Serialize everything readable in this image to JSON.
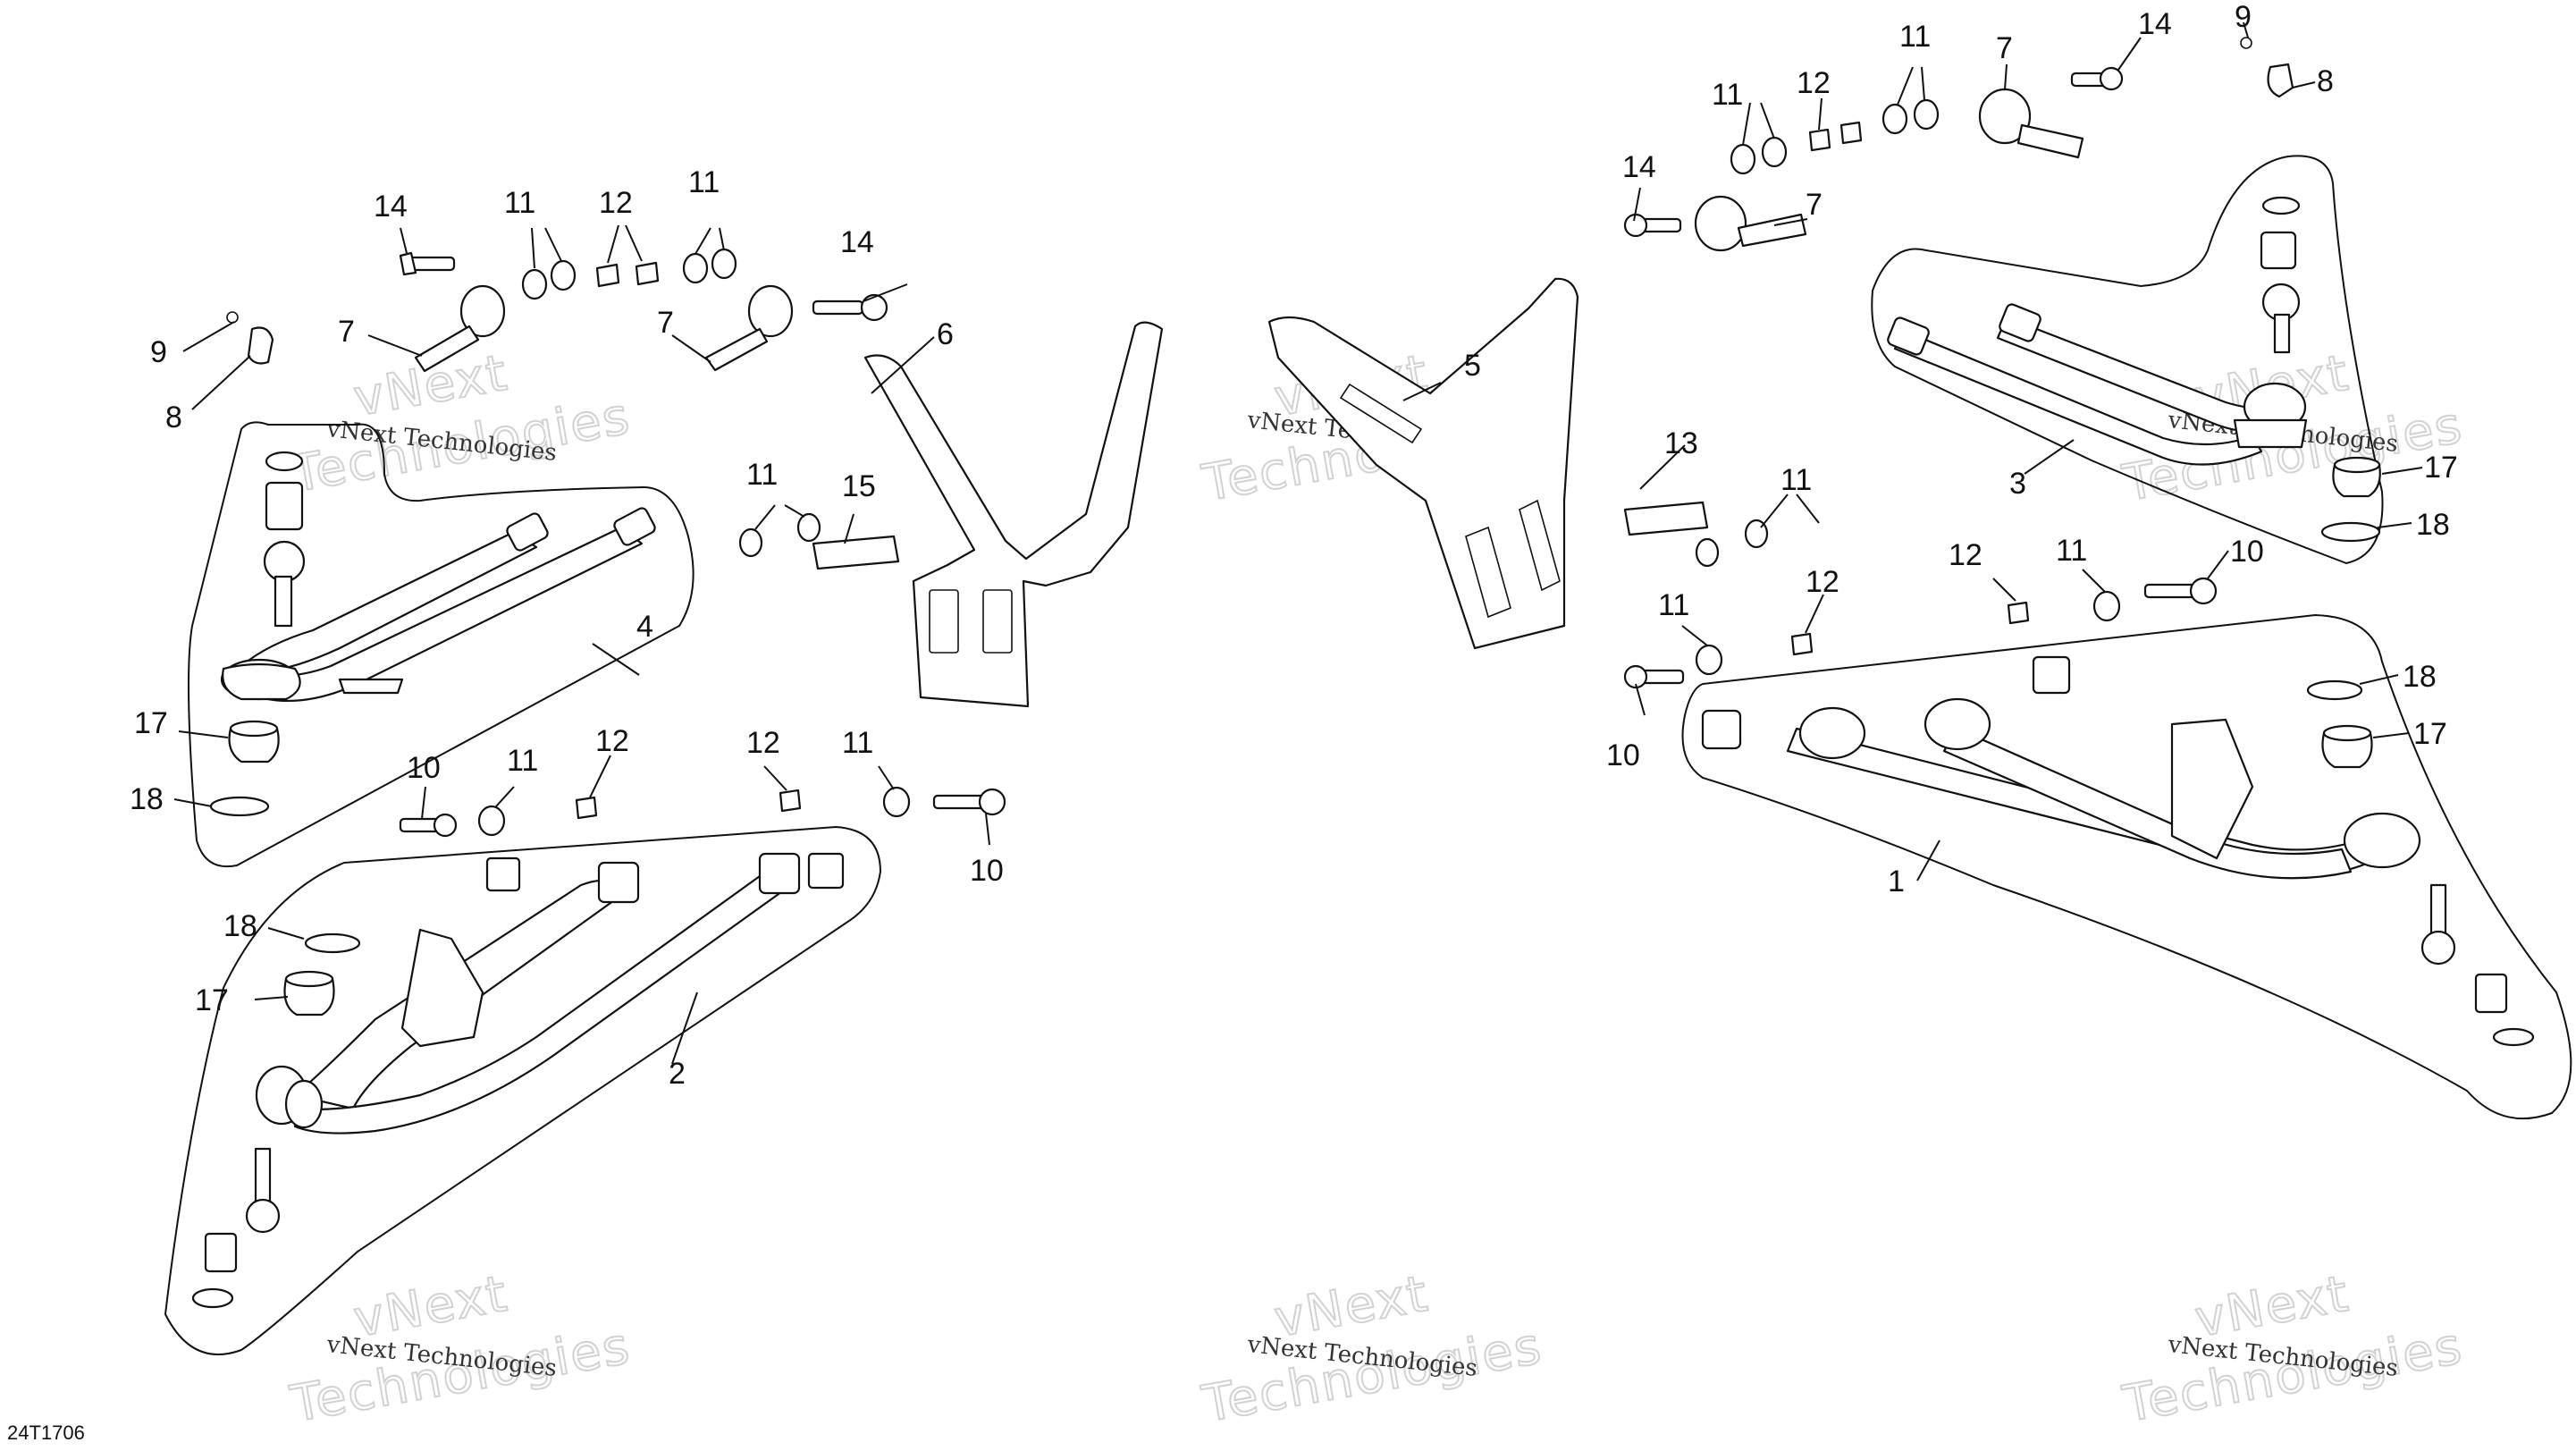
{
  "diagram": {
    "reference_code": "24T1706",
    "watermark": {
      "line1": "vNext",
      "line2": "Technologies",
      "caption": "vNext Technologies"
    },
    "callouts": [
      {
        "id": "c1",
        "label": "1"
      },
      {
        "id": "c2",
        "label": "2"
      },
      {
        "id": "c3",
        "label": "3"
      },
      {
        "id": "c4",
        "label": "4"
      },
      {
        "id": "c5",
        "label": "5"
      },
      {
        "id": "c6",
        "label": "6"
      },
      {
        "id": "c7a",
        "label": "7"
      },
      {
        "id": "c7b",
        "label": "7"
      },
      {
        "id": "c7c",
        "label": "7"
      },
      {
        "id": "c7d",
        "label": "7"
      },
      {
        "id": "c8a",
        "label": "8"
      },
      {
        "id": "c8b",
        "label": "8"
      },
      {
        "id": "c9a",
        "label": "9"
      },
      {
        "id": "c9b",
        "label": "9"
      },
      {
        "id": "c10a",
        "label": "10"
      },
      {
        "id": "c10b",
        "label": "10"
      },
      {
        "id": "c10c",
        "label": "10"
      },
      {
        "id": "c10d",
        "label": "10"
      },
      {
        "id": "c11a",
        "label": "11"
      },
      {
        "id": "c11b",
        "label": "11"
      },
      {
        "id": "c11c",
        "label": "11"
      },
      {
        "id": "c11d",
        "label": "11"
      },
      {
        "id": "c11e",
        "label": "11"
      },
      {
        "id": "c11f",
        "label": "11"
      },
      {
        "id": "c11g",
        "label": "11"
      },
      {
        "id": "c11h",
        "label": "11"
      },
      {
        "id": "c11i",
        "label": "11"
      },
      {
        "id": "c11j",
        "label": "11"
      },
      {
        "id": "c12a",
        "label": "12"
      },
      {
        "id": "c12b",
        "label": "12"
      },
      {
        "id": "c12c",
        "label": "12"
      },
      {
        "id": "c12d",
        "label": "12"
      },
      {
        "id": "c12e",
        "label": "12"
      },
      {
        "id": "c12f",
        "label": "12"
      },
      {
        "id": "c13",
        "label": "13"
      },
      {
        "id": "c14a",
        "label": "14"
      },
      {
        "id": "c14b",
        "label": "14"
      },
      {
        "id": "c14c",
        "label": "14"
      },
      {
        "id": "c14d",
        "label": "14"
      },
      {
        "id": "c15",
        "label": "15"
      },
      {
        "id": "c17a",
        "label": "17"
      },
      {
        "id": "c17b",
        "label": "17"
      },
      {
        "id": "c17c",
        "label": "17"
      },
      {
        "id": "c17d",
        "label": "17"
      },
      {
        "id": "c18a",
        "label": "18"
      },
      {
        "id": "c18b",
        "label": "18"
      },
      {
        "id": "c18c",
        "label": "18"
      },
      {
        "id": "c18d",
        "label": "18"
      }
    ]
  }
}
